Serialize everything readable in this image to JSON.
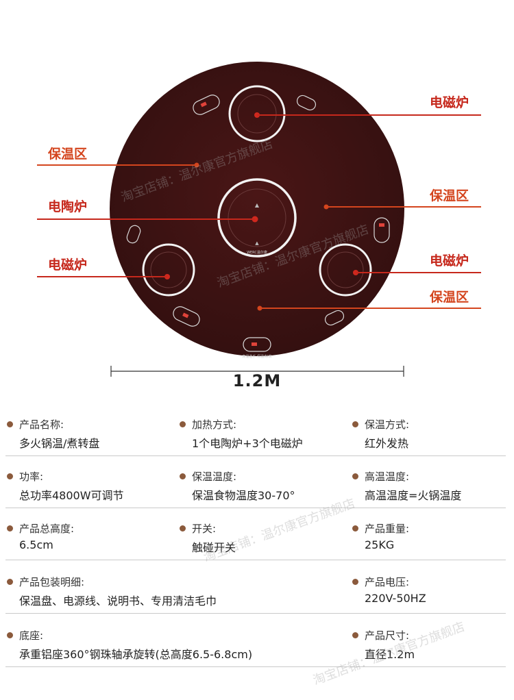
{
  "callouts": {
    "left_warm_top": "保温区",
    "left_ceramic": "电陶炉",
    "left_induction": "电磁炉",
    "right_induction_top": "电磁炉",
    "right_warm_mid": "保温区",
    "right_induction_bottom": "电磁炉",
    "right_warm_bottom": "保温区"
  },
  "board_labels": {
    "brand": "WERC温尔康",
    "switch_text": "高温选手 保温/标准"
  },
  "diameter_label": "1.2M",
  "watermark": "淘宝店铺：温尔康官方旗舰店",
  "colors": {
    "board": "#3e1212",
    "accent_red": "#c6281c",
    "accent_orange": "#d4451e",
    "dot": "#8b5a3c"
  },
  "specs": [
    [
      {
        "label": "产品名称:",
        "value": "多火锅温/煮转盘"
      },
      {
        "label": "加热方式:",
        "value": "1个电陶炉+3个电磁炉"
      },
      {
        "label": "保温方式:",
        "value": "红外发热"
      }
    ],
    [
      {
        "label": "功率:",
        "value": "总功率4800W可调节"
      },
      {
        "label": "保温温度:",
        "value": "保温食物温度30-70°"
      },
      {
        "label": "高温温度:",
        "value": "高温温度=火锅温度"
      }
    ],
    [
      {
        "label": "产品总高度:",
        "value": "6.5cm"
      },
      {
        "label": "开关:",
        "value": "触碰开关"
      },
      {
        "label": "产品重量:",
        "value": "25KG"
      }
    ],
    [
      {
        "label": "产品包装明细:",
        "value": "保温盘、电源线、说明书、专用清洁毛巾"
      },
      {
        "label": "产品电压:",
        "value": "220V-50HZ"
      }
    ],
    [
      {
        "label": "底座:",
        "value": "承重铝座360°钢珠轴承旋转(总高度6.5-6.8cm)"
      },
      {
        "label": "产品尺寸:",
        "value": "直径1.2m"
      }
    ]
  ]
}
